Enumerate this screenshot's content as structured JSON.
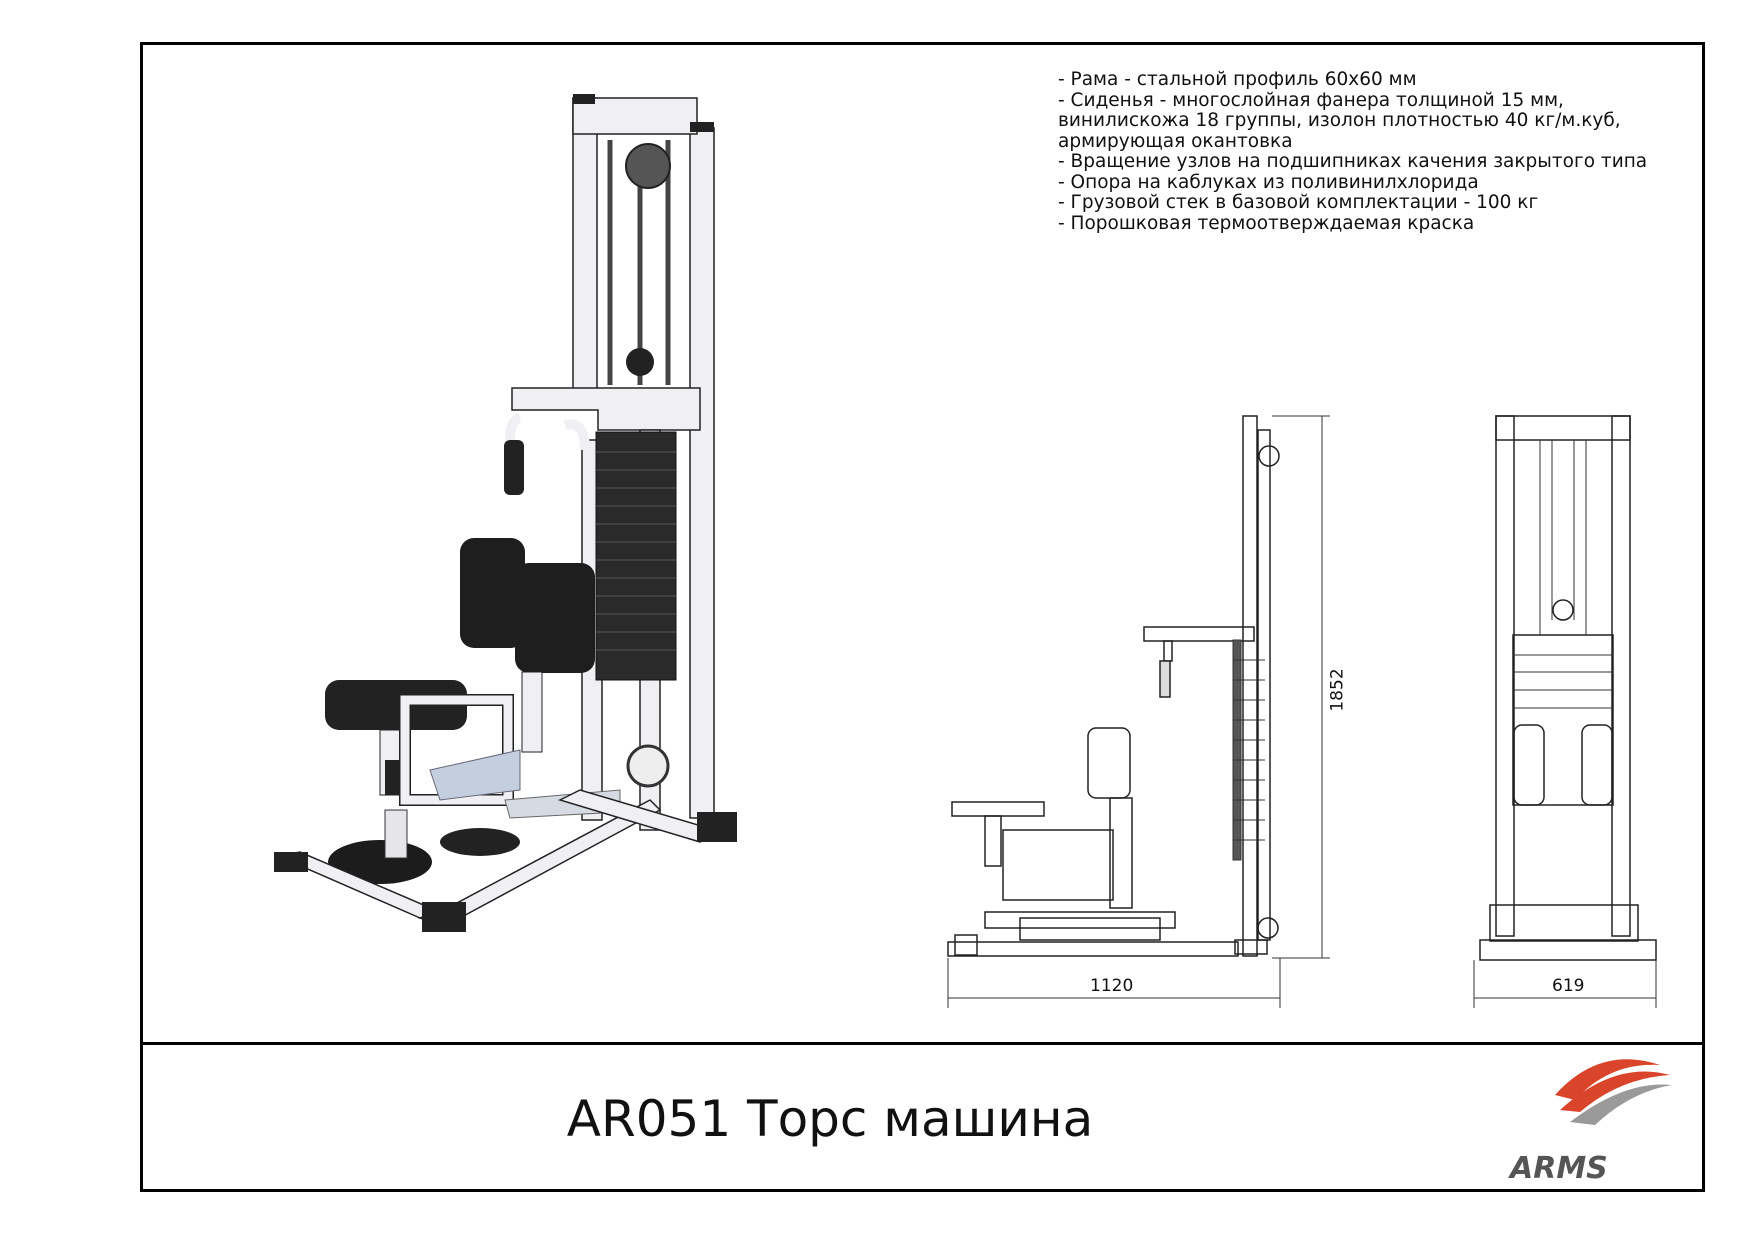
{
  "specs": [
    "- Рама - стальной профиль 60х60 мм",
    "- Сиденья - многослойная фанера толщиной 15 мм,",
    "винилискожа 18 группы, изолон плотностью 40 кг/м.куб,",
    "армирующая окантовка",
    "- Вращение узлов на подшипниках качения закрытого типа",
    "- Опора на каблуках из поливинилхлорида",
    "- Грузовой стек в базовой комплектации - 100 кг",
    "- Порошковая термоотверждаемая краска"
  ],
  "dimensions": {
    "height": "1852",
    "length": "1120",
    "width": "619"
  },
  "title": "AR051 Торс машина",
  "logo": {
    "text": "ARMS",
    "colors": {
      "accent": "#d9442a",
      "grey": "#9a9a9a",
      "dark": "#555555"
    }
  }
}
